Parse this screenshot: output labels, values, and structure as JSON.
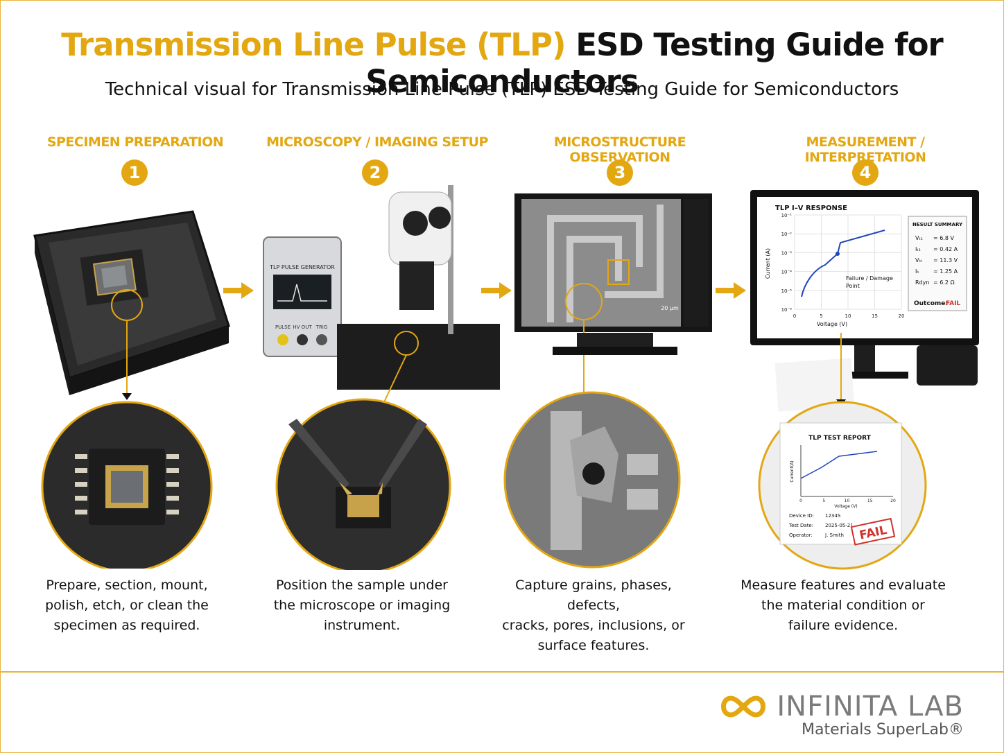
{
  "title": {
    "highlight": "Transmission Line Pulse (TLP)",
    "rest": " ESD Testing Guide for Semiconductors"
  },
  "subtitle": "Technical visual for Transmission Line Pulse (TLP) ESD Testing Guide for Semiconductors",
  "colors": {
    "accent": "#e3a712",
    "fail": "#d0312d",
    "curve": "#1f45b8"
  },
  "steps": [
    {
      "number": "1",
      "title": "SPECIMEN PREPARATION",
      "description": [
        "Prepare, section, mount,",
        "polish, etch, or clean the",
        "specimen as required."
      ]
    },
    {
      "number": "2",
      "title": "MICROSCOPY / IMAGING SETUP",
      "description": [
        "Position the sample under",
        "the microscope or imaging",
        "instrument."
      ]
    },
    {
      "number": "3",
      "title": "MICROSTRUCTURE OBSERVATION",
      "description": [
        "Capture grains, phases, defects,",
        "cracks, pores, inclusions, or",
        "surface features."
      ]
    },
    {
      "number": "4",
      "title": "MEASUREMENT / INTERPRETATION",
      "description": [
        "Measure features and evaluate",
        "the material condition or",
        "failure evidence."
      ]
    }
  ],
  "instrument": {
    "label": "TLP PULSE GENERATOR",
    "ports": [
      "PULSE",
      "HV OUT",
      "TRIG"
    ]
  },
  "sem": {
    "scale_bar": "20 µm"
  },
  "iv_chart": {
    "title": "TLP I–V RESPONSE",
    "xlabel": "Voltage (V)",
    "ylabel": "Current (A)",
    "xticks": [
      "0",
      "5",
      "10",
      "15",
      "20"
    ],
    "yticks": [
      "10⁻¹",
      "10⁻²",
      "10⁻³",
      "10⁻⁴",
      "10⁻⁵",
      "10⁻⁶"
    ],
    "annotation": [
      "Failure / Damage",
      "Point"
    ],
    "summary_title": "NESULT SUMMARY",
    "summary": [
      {
        "label": "Vₜ₁",
        "value": "= 6.8 V"
      },
      {
        "label": "Iₜ₁",
        "value": "= 0.42 A"
      },
      {
        "label": "Vₕₗ",
        "value": "= 11.3 V"
      },
      {
        "label": "Iₕ",
        "value": "= 1.25 A"
      },
      {
        "label": "Rdyn",
        "value": "= 6.2 Ω"
      }
    ],
    "outcome_label": "Outcome:",
    "outcome_value": "FAIL"
  },
  "report": {
    "title": "TLP TEST REPORT",
    "xlabel": "Voltage (V)",
    "ylabel": "Current(A)",
    "xticks": [
      "0",
      "5",
      "10",
      "15",
      "20"
    ],
    "fields": [
      {
        "label": "Device ID:",
        "value": "1234S"
      },
      {
        "label": "Test Date:",
        "value": "2025-05-21"
      },
      {
        "label": "Operator:",
        "value": "J. Smith"
      }
    ],
    "stamp": "FAIL"
  },
  "logo": {
    "name": "INFINITA LAB",
    "tagline": "Materials SuperLab®"
  }
}
